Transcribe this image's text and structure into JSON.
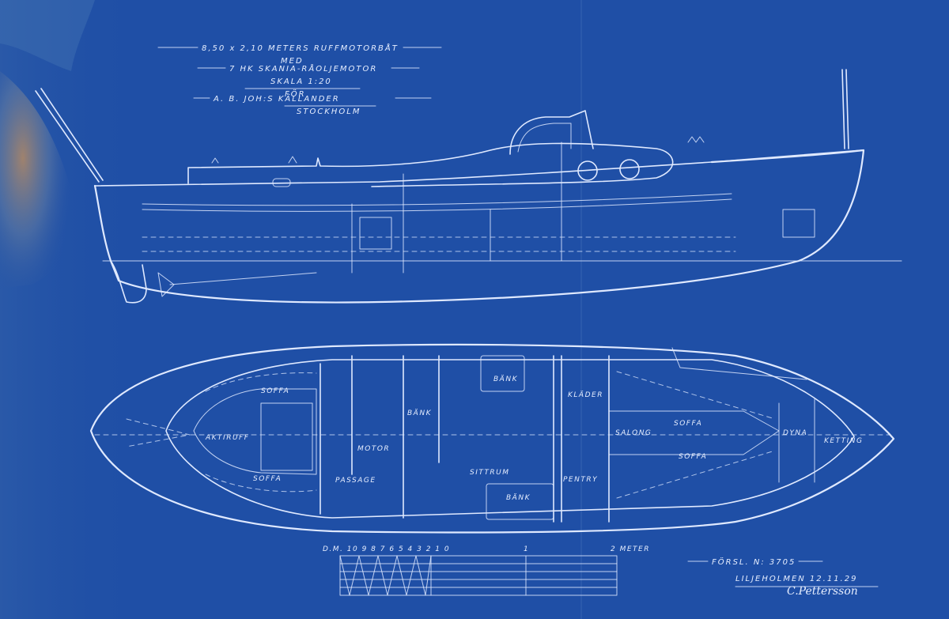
{
  "title_block": {
    "line1": "8,50 x 2,10 METERS RUFFMOTORBÅT",
    "line2": "MED",
    "line3": "7 HK SKANIA-RÅOLJEMOTOR",
    "line4": "SKALA 1:20",
    "line5": "FÖR",
    "line6": "A. B. JOH:S KÄLLANDER",
    "line7": "STOCKHOLM"
  },
  "plan_labels": {
    "soffa_aft_top": "SOFFA",
    "soffa_aft_bottom": "SOFFA",
    "aktiruff": "AKTIRUFF",
    "motor": "MOTOR",
    "passage": "PASSAGE",
    "bank1": "BÄNK",
    "bank2": "BÄNK",
    "bank3": "BÄNK",
    "sittrum": "SITTRUM",
    "kladeskap": "KLÄDER",
    "salong": "SALONG",
    "soffa_fwd_top": "SOFFA",
    "soffa_fwd_bottom": "SOFFA",
    "pentry": "PENTRY",
    "dyna": "DYNA",
    "ketting": "KETTING"
  },
  "scale_bar": {
    "ticks": "D.M. 10 9 8 7 6 5 4 3 2 1 0",
    "mid": "1",
    "end_label": "2 METER"
  },
  "footer": {
    "forsl": "FÖRSL. N: 3705",
    "place_date": "LILJEHOLMEN 12.11.29",
    "signature": "C.Pettersson"
  },
  "colors": {
    "paper": "#1f4fa6",
    "ink": "#dfe9ff",
    "stain": "#b58a63"
  }
}
